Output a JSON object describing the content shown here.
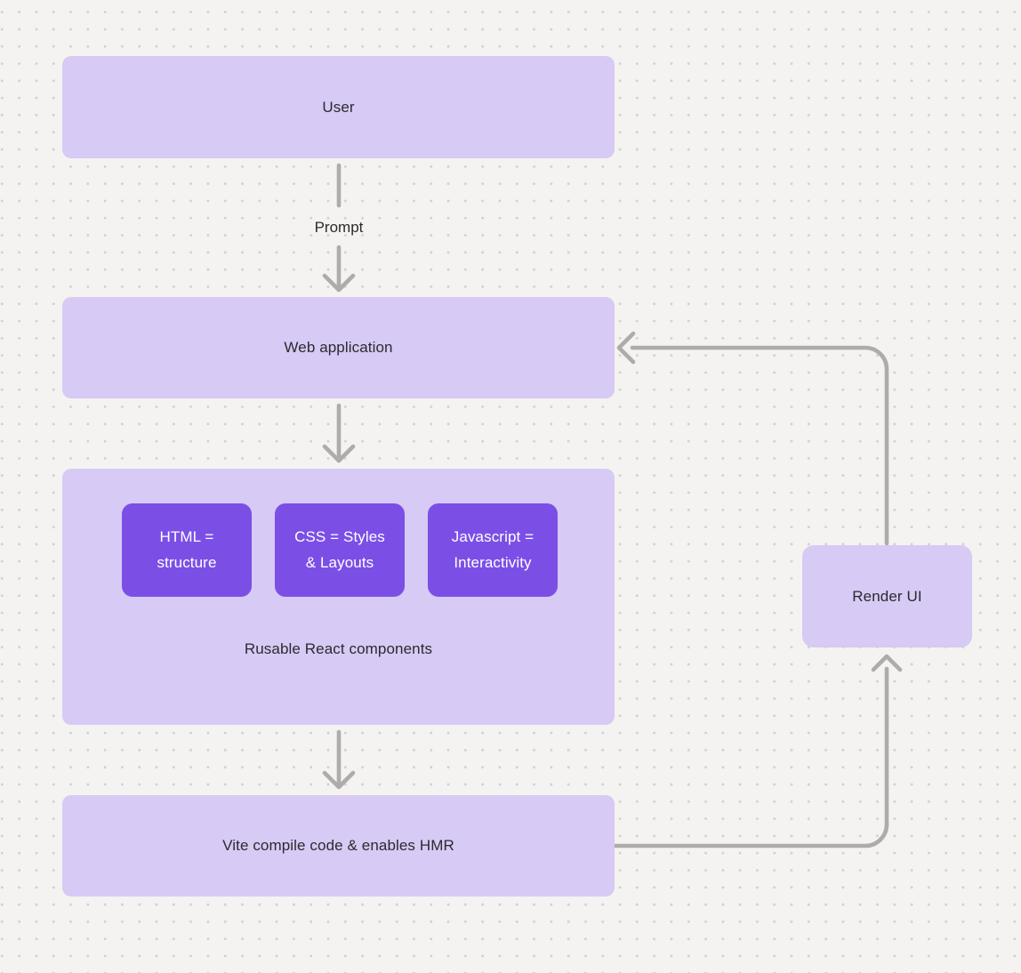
{
  "diagram": {
    "colors": {
      "background": "#f4f3f1",
      "dot": "#d2cfcc",
      "node_fill_light": "#d7caf5",
      "node_fill_dark": "#7b4fe6",
      "node_text_dark": "#2b2a2e",
      "node_text_light": "#ffffff",
      "arrow": "#aeabaa"
    },
    "nodes": {
      "user": {
        "label": "User"
      },
      "web_application": {
        "label": "Web application"
      },
      "components_group": {
        "label": "Rusable React components",
        "children": [
          {
            "id": "html",
            "lines": [
              "HTML =",
              "structure"
            ]
          },
          {
            "id": "css",
            "lines": [
              "CSS = Styles",
              "& Layouts"
            ]
          },
          {
            "id": "javascript",
            "lines": [
              "Javascript =",
              "Interactivity"
            ]
          }
        ]
      },
      "vite": {
        "label": "Vite compile code & enables HMR"
      },
      "render_ui": {
        "label": "Render UI"
      }
    },
    "edges": [
      {
        "from": "User",
        "to": "Web application",
        "label": "Prompt"
      },
      {
        "from": "Web application",
        "to": "Rusable React components",
        "label": ""
      },
      {
        "from": "Rusable React components",
        "to": "Vite compile code & enables HMR",
        "label": ""
      },
      {
        "from": "Vite compile code & enables HMR",
        "to": "Render UI",
        "label": ""
      },
      {
        "from": "Render UI",
        "to": "Web application",
        "label": ""
      }
    ]
  }
}
